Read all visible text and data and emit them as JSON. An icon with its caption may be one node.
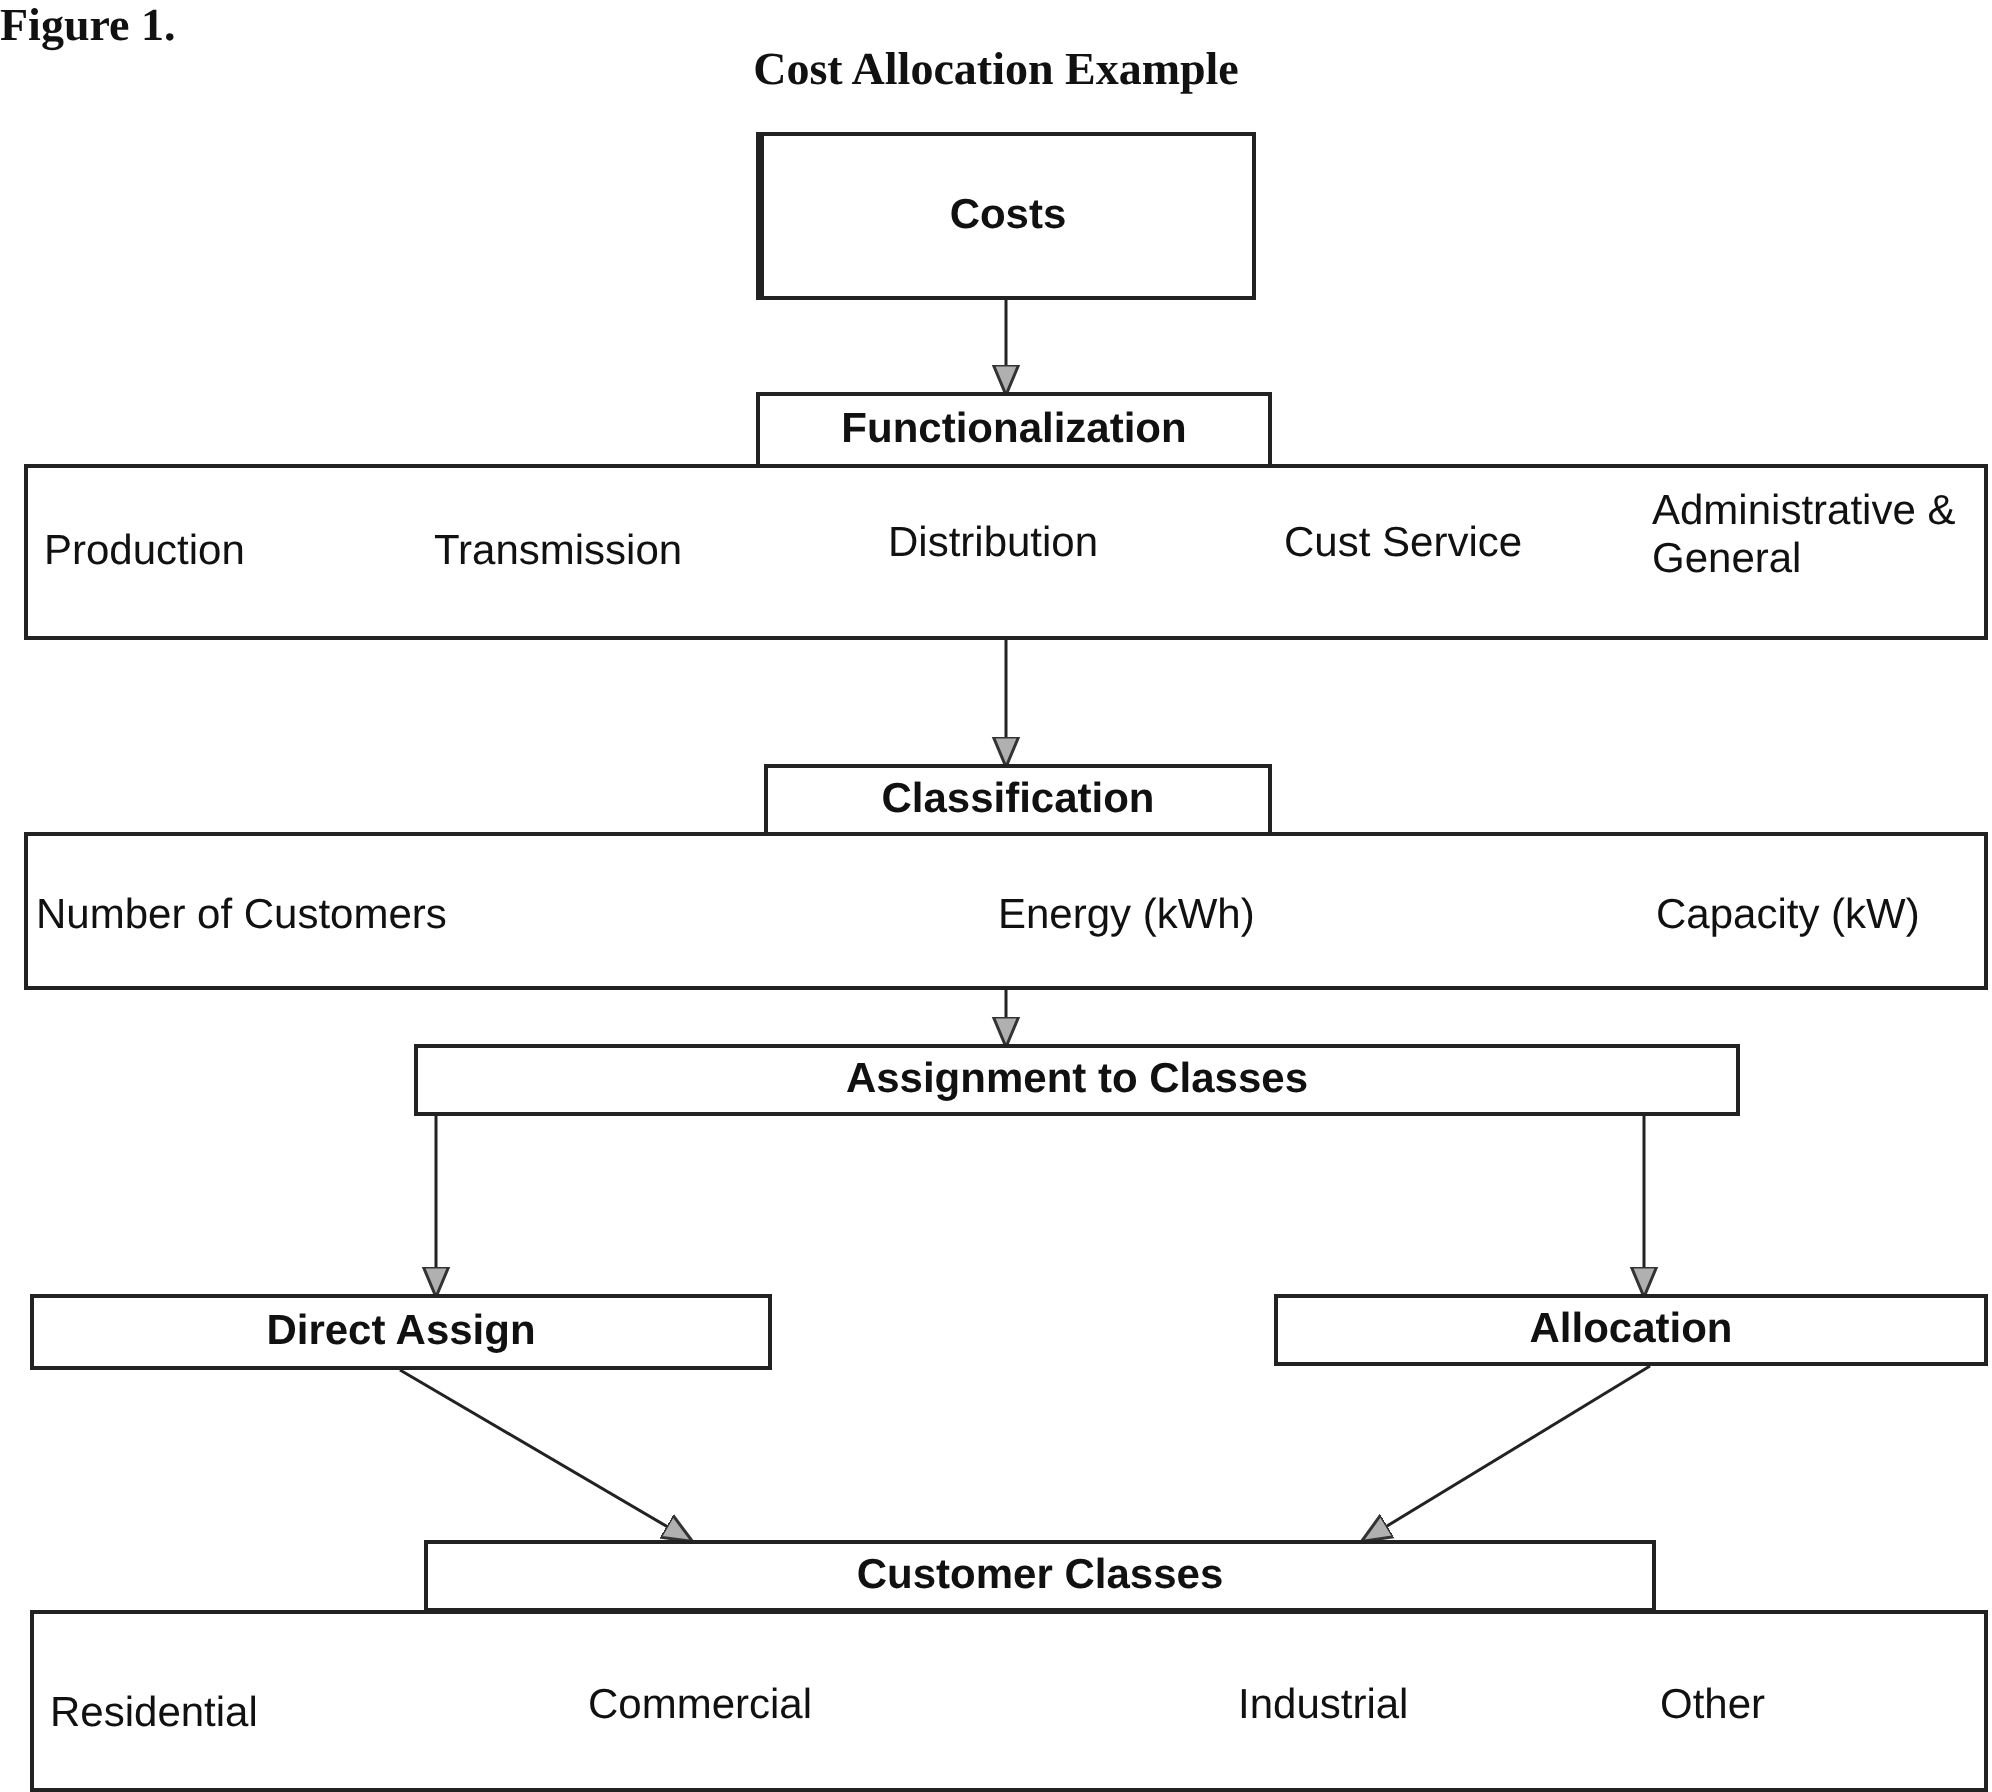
{
  "diagram": {
    "title": "Cost Allocation Example",
    "nodes": [
      {
        "text": [
          "Costs"
        ]
      },
      {
        "text": [
          "Functionalization"
        ]
      },
      {
        "text": [
          "Production",
          "Transmission",
          "Distribution",
          "Cust Service",
          "Administrative & General"
        ]
      },
      {
        "text": [
          "Classification"
        ]
      },
      {
        "text": [
          "Number of Customers",
          "Energy (kWh)",
          "Capacity (kW)"
        ]
      },
      {
        "text": [
          "Assignment to Classes"
        ]
      },
      {
        "text": [
          "Direct Assign"
        ]
      },
      {
        "text": [
          "Allocation"
        ]
      },
      {
        "text": [
          "Customer Classes"
        ]
      },
      {
        "text": [
          "Residential",
          "Commercial",
          "Industrial",
          "Other"
        ]
      }
    ],
    "edges": [
      {
        "from": 0,
        "to": 1,
        "arrow": "to"
      },
      {
        "from": 2,
        "to": 3,
        "arrow": "to"
      },
      {
        "from": 4,
        "to": 5,
        "arrow": "to"
      },
      {
        "from": 5,
        "to": 6,
        "arrow": "to"
      },
      {
        "from": 5,
        "to": 7,
        "arrow": "to"
      },
      {
        "from": 6,
        "to": 8,
        "arrow": "to"
      },
      {
        "from": 7,
        "to": 8,
        "arrow": "to"
      }
    ],
    "labels": [
      "Figure 1."
    ]
  }
}
